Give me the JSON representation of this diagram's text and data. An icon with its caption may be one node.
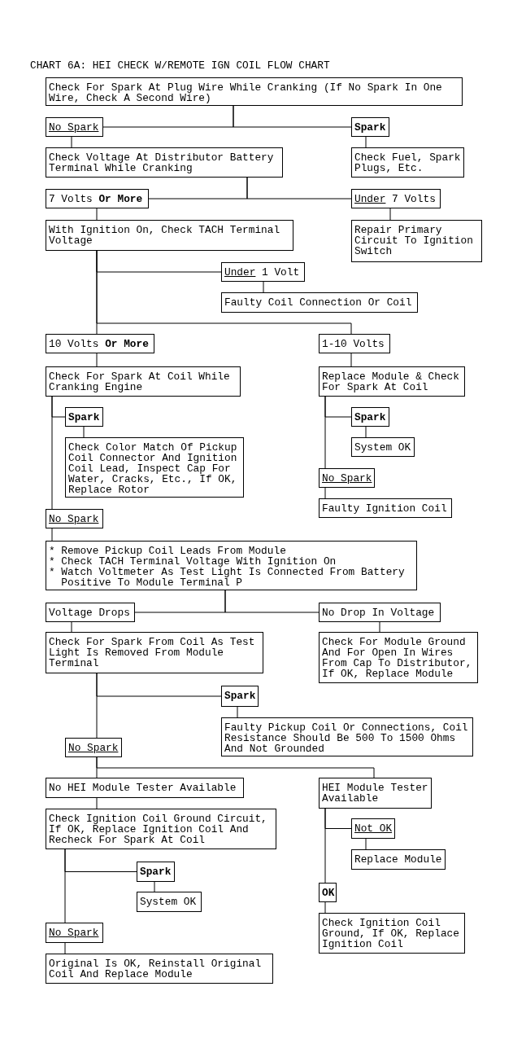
{
  "diagram": {
    "title": "CHART 6A: HEI CHECK W/REMOTE IGN COIL FLOW CHART",
    "nodes": [
      {
        "text": [
          "Check For Spark At Plug Wire While Cranking (If No Spark In One Wire, Check A Second Wire)"
        ]
      },
      {
        "text": [
          "No Spark"
        ]
      },
      {
        "text": [
          "Spark"
        ]
      },
      {
        "text": [
          "Check Voltage At Distributor Battery Terminal While Cranking"
        ]
      },
      {
        "text": [
          "Check Fuel, Spark Plugs, Etc."
        ]
      },
      {
        "text": [
          "7 Volts **Or More**"
        ]
      },
      {
        "text": [
          "*Under* 7 Volts"
        ]
      },
      {
        "text": [
          "With Ignition On, Check TACH Terminal Voltage"
        ]
      },
      {
        "text": [
          "Repair Primary Circuit To Ignition Switch"
        ]
      },
      {
        "text": [
          "*Under* 1 Volt"
        ]
      },
      {
        "text": [
          "Faulty Coil Connection Or Coil"
        ]
      },
      {
        "text": [
          "10 Volts **Or More**"
        ]
      },
      {
        "text": [
          "1-10 Volts"
        ]
      },
      {
        "text": [
          "Check For Spark At Coil While Cranking Engine"
        ]
      },
      {
        "text": [
          "Replace Module & Check For Spark At Coil"
        ]
      },
      {
        "text": [
          "Spark"
        ]
      },
      {
        "text": [
          "Check Color Match Of Pickup Coil Connector And Ignition Coil Lead, Inspect Cap For Water, Cracks, Etc., If OK, Replace Rotor"
        ]
      },
      {
        "text": [
          "Spark"
        ]
      },
      {
        "text": [
          "System OK"
        ]
      },
      {
        "text": [
          "No Spark"
        ]
      },
      {
        "text": [
          "Faulty Ignition Coil"
        ]
      },
      {
        "text": [
          "No Spark"
        ]
      },
      {
        "text": [
          "* Remove Pickup Coil Leads From Module",
          "* Check TACH Terminal Voltage With Ignition On",
          "* Watch Voltmeter As Test Light Is Connected From Battery Positive To Module Terminal P"
        ]
      },
      {
        "text": [
          "Voltage Drops"
        ]
      },
      {
        "text": [
          "No Drop In Voltage"
        ]
      },
      {
        "text": [
          "Check For Spark From Coil As Test Light Is Removed From Module Terminal"
        ]
      },
      {
        "text": [
          "Check For Module Ground And For Open In Wires From Cap To Distributor, If OK, Replace Module"
        ]
      },
      {
        "text": [
          "Spark"
        ]
      },
      {
        "text": [
          "Faulty Pickup Coil Or Connections, Coil Resistance Should Be 500 To 1500 Ohms And Not Grounded"
        ]
      },
      {
        "text": [
          "No Spark"
        ]
      },
      {
        "text": [
          "No HEI Module Tester Available"
        ]
      },
      {
        "text": [
          "HEI Module Tester Available"
        ]
      },
      {
        "text": [
          "Check Ignition Coil Ground Circuit, If OK, Replace Ignition Coil And Recheck For Spark At Coil"
        ]
      },
      {
        "text": [
          "Not OK"
        ]
      },
      {
        "text": [
          "Replace Module"
        ]
      },
      {
        "text": [
          "Spark"
        ]
      },
      {
        "text": [
          "System OK"
        ]
      },
      {
        "text": [
          "OK"
        ]
      },
      {
        "text": [
          "Check Ignition Coil Ground, If OK, Replace Ignition Coil"
        ]
      },
      {
        "text": [
          "No Spark"
        ]
      },
      {
        "text": [
          "Original Is OK, Reinstall Original Coil And Replace Module"
        ]
      }
    ],
    "edges": [
      {
        "from": 0,
        "to": 1,
        "arrow": "none"
      },
      {
        "from": 0,
        "to": 2,
        "arrow": "none"
      },
      {
        "from": 1,
        "to": 3,
        "arrow": "none"
      },
      {
        "from": 2,
        "to": 4,
        "arrow": "none"
      },
      {
        "from": 3,
        "to": 5,
        "arrow": "none"
      },
      {
        "from": 3,
        "to": 6,
        "arrow": "none"
      },
      {
        "from": 5,
        "to": 7,
        "arrow": "none"
      },
      {
        "from": 6,
        "to": 8,
        "arrow": "none"
      },
      {
        "from": 7,
        "to": 9,
        "arrow": "none"
      },
      {
        "from": 9,
        "to": 10,
        "arrow": "none"
      },
      {
        "from": 7,
        "to": 11,
        "arrow": "none"
      },
      {
        "from": 7,
        "to": 12,
        "arrow": "none"
      },
      {
        "from": 11,
        "to": 13,
        "arrow": "none"
      },
      {
        "from": 12,
        "to": 14,
        "arrow": "none"
      },
      {
        "from": 13,
        "to": 15,
        "arrow": "none"
      },
      {
        "from": 15,
        "to": 16,
        "arrow": "none"
      },
      {
        "from": 13,
        "to": 21,
        "arrow": "none"
      },
      {
        "from": 14,
        "to": 17,
        "arrow": "none"
      },
      {
        "from": 17,
        "to": 18,
        "arrow": "none"
      },
      {
        "from": 14,
        "to": 19,
        "arrow": "none"
      },
      {
        "from": 19,
        "to": 20,
        "arrow": "none"
      },
      {
        "from": 21,
        "to": 22,
        "arrow": "none"
      },
      {
        "from": 22,
        "to": 23,
        "arrow": "none"
      },
      {
        "from": 22,
        "to": 24,
        "arrow": "none"
      },
      {
        "from": 23,
        "to": 25,
        "arrow": "none"
      },
      {
        "from": 24,
        "to": 26,
        "arrow": "none"
      },
      {
        "from": 25,
        "to": 27,
        "arrow": "none"
      },
      {
        "from": 27,
        "to": 28,
        "arrow": "none"
      },
      {
        "from": 25,
        "to": 29,
        "arrow": "none"
      },
      {
        "from": 29,
        "to": 30,
        "arrow": "none"
      },
      {
        "from": 29,
        "to": 31,
        "arrow": "none"
      },
      {
        "from": 30,
        "to": 32,
        "arrow": "none"
      },
      {
        "from": 31,
        "to": 33,
        "arrow": "none"
      },
      {
        "from": 33,
        "to": 34,
        "arrow": "none"
      },
      {
        "from": 31,
        "to": 37,
        "arrow": "none"
      },
      {
        "from": 37,
        "to": 38,
        "arrow": "none"
      },
      {
        "from": 32,
        "to": 35,
        "arrow": "none"
      },
      {
        "from": 35,
        "to": 36,
        "arrow": "none"
      },
      {
        "from": 32,
        "to": 39,
        "arrow": "none"
      },
      {
        "from": 39,
        "to": 40,
        "arrow": "none"
      }
    ]
  }
}
